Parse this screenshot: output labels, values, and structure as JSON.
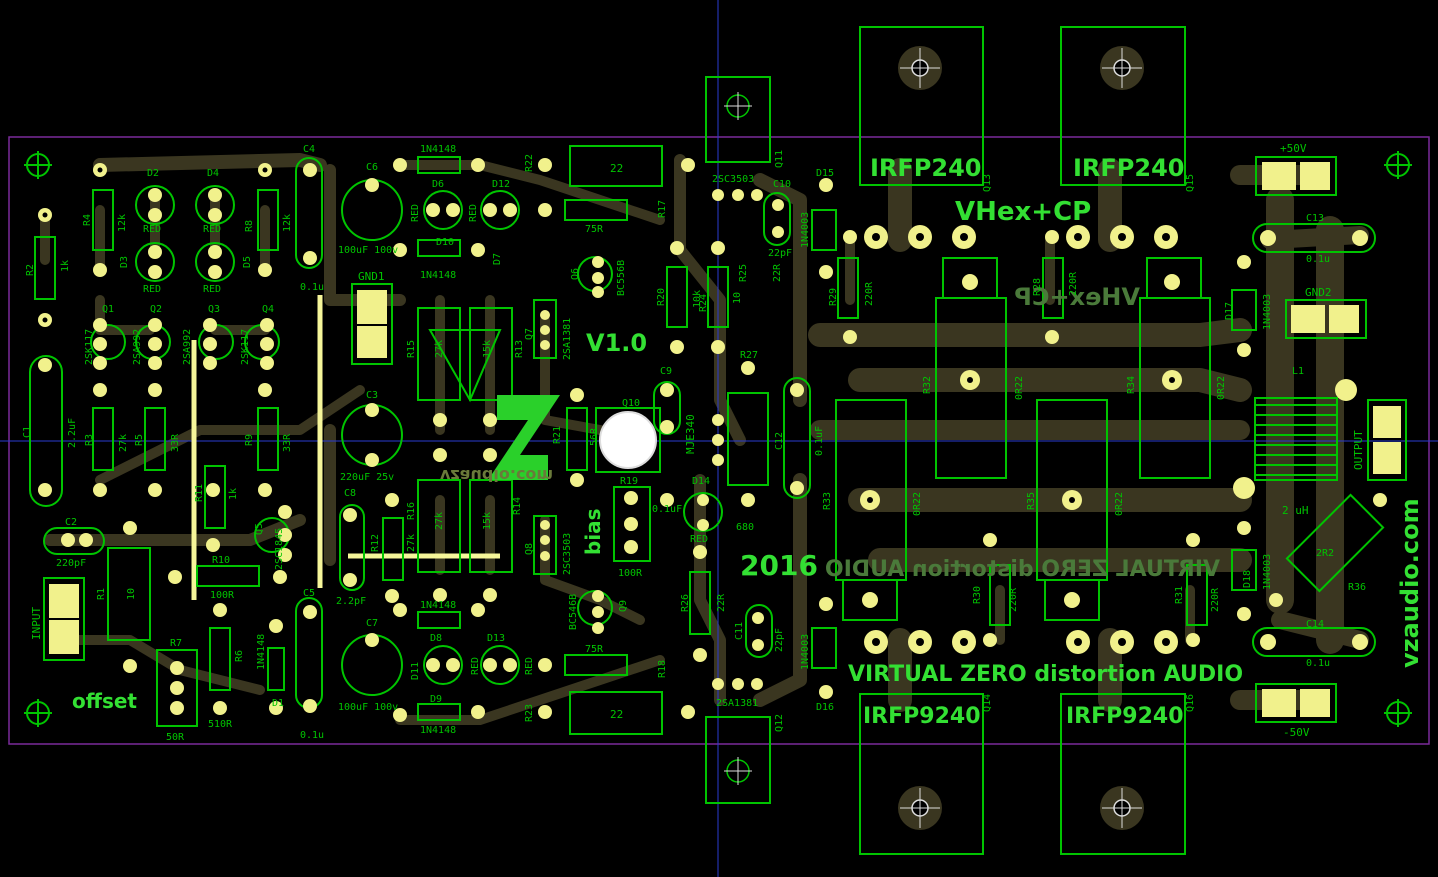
{
  "board": {
    "title_top": "VHex+CP",
    "title_top_mirror": "VHex+CP",
    "version": "V1.0",
    "year": "2016",
    "mirror_text": "VIRTUAL ZERO distortion AUDIO",
    "bottom_text": "VIRTUAL ZERO distortion AUDIO",
    "website": "vzaudio.com",
    "website_mirror": "vzaudio.com",
    "bias": "bias",
    "offset": "offset"
  },
  "connectors": {
    "input": "INPUT",
    "output": "OUTPUT",
    "gnd1": "GND1",
    "gnd2": "GND2",
    "plus50": "+50V",
    "minus50": "-50V"
  },
  "mosfets": {
    "q13": "IRFP240",
    "q15": "IRFP240",
    "q14": "IRFP9240",
    "q16": "IRFP9240",
    "q13_ref": "Q13",
    "q15_ref": "Q15",
    "q14_ref": "Q14",
    "q16_ref": "Q16"
  },
  "labels": {
    "d2": "D2",
    "d4": "D4",
    "d3": "D3",
    "d5": "D5",
    "red": "RED",
    "r4": "R4",
    "r8": "R8",
    "r2": "R2",
    "r3": "R3",
    "r5": "R5",
    "r9": "R9",
    "k12": "12k",
    "k1": "1k",
    "k27": "27k",
    "r33r": "33R",
    "q1": "Q1",
    "q2": "Q2",
    "q3": "Q3",
    "q4": "Q4",
    "sk117": "2SK117",
    "sa992": "2SA992",
    "c1": "C1",
    "c1v": "2.2uF",
    "c2": "C2",
    "c2v": "220pF",
    "r1": "R1",
    "r1v": "10",
    "r7": "R7",
    "r7v": "50R",
    "r10": "R10",
    "r10v": "100R",
    "r11": "R11",
    "r6": "R6",
    "r6v": "510R",
    "q5": "Q5",
    "sc1845": "2SC1845",
    "d1": "D1",
    "n4148": "1N4148",
    "c4": "C4",
    "c5": "C5",
    "c01u": "0.1u",
    "c6": "C6",
    "c6v": "100uF 100v",
    "c7": "C7",
    "c7v": "100uF 100v",
    "c3": "C3",
    "c3v": "220uF 25v",
    "c8": "C8",
    "c8v": "2.2pF",
    "d6": "D6",
    "d10": "D10",
    "d12": "D12",
    "d7": "D7",
    "d8": "D8",
    "d9": "D9",
    "d11": "D11",
    "d13": "D13",
    "r15": "R15",
    "r13": "R13",
    "r16": "R16",
    "r12": "R12",
    "r14": "R14",
    "k15": "15k",
    "r22": "R22",
    "r22v": "22",
    "r17": "R17",
    "r17v": "75R",
    "r18": "R18",
    "r18v": "75R",
    "r23": "R23",
    "r23v": "22",
    "q6": "Q6",
    "bc556": "BC556B",
    "q7": "Q7",
    "sa1381": "2SA1381",
    "q8": "Q8",
    "sc3503": "2SC3503",
    "q9": "Q9",
    "bc546": "BC546B",
    "r21": "R21",
    "r21v": "56R",
    "q10": "Q10",
    "mje340": "MJE340",
    "r19": "R19",
    "r19v": "100R",
    "c9": "C9",
    "c9v": "0.1uF",
    "r20": "R20",
    "r20v": "10k",
    "r24": "R24",
    "r24v": "10",
    "r25": "R25",
    "r25v": "22R",
    "r26": "R26",
    "r26v": "22R",
    "r27": "R27",
    "r27v": "680",
    "q11": "Q11",
    "q12": "Q12",
    "d14": "D14",
    "c10": "C10",
    "c10v": "22pF",
    "c11": "C11",
    "c11v": "22pF",
    "c12": "C12",
    "c12v": "0.1uF",
    "d15": "D15",
    "d16": "D16",
    "n4003": "1N4003",
    "r29": "R29",
    "r29v": "220R",
    "r28": "R28",
    "r28v": "220R",
    "r30": "R30",
    "r30v": "220R",
    "r31": "R31",
    "r31v": "220R",
    "r32": "R32",
    "r34": "R34",
    "r33": "R33",
    "r35": "R35",
    "r022": "0R22",
    "d17": "D17",
    "d18": "D18",
    "l1": "L1",
    "l1v": "2 uH",
    "c13": "C13",
    "c14": "C14",
    "c01u2": "0.1u",
    "r36": "R36",
    "r36v": "2R2"
  }
}
